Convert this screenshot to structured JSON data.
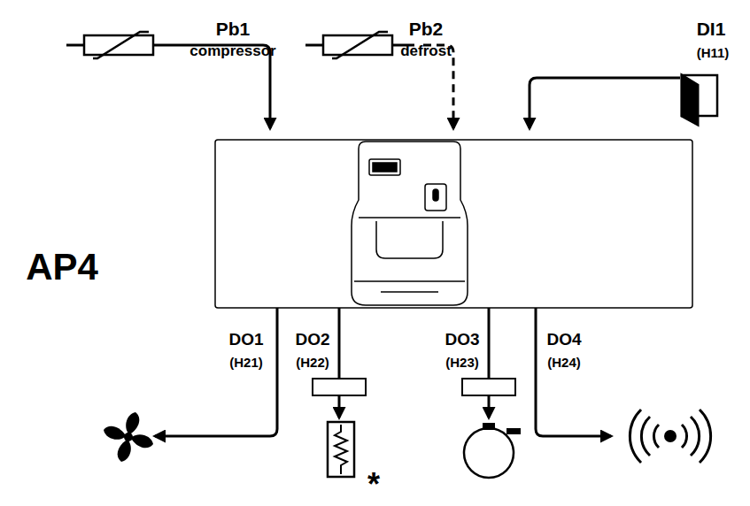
{
  "diagram": {
    "labels": [
      "Pb1",
      "compressor",
      "Pb2",
      "defrost",
      "DI1",
      "(H11)",
      "AP4",
      "DO1",
      "(H21)",
      "DO2",
      "(H22)",
      "DO3",
      "(H23)",
      "DO4",
      "(H24)",
      "*"
    ]
  }
}
